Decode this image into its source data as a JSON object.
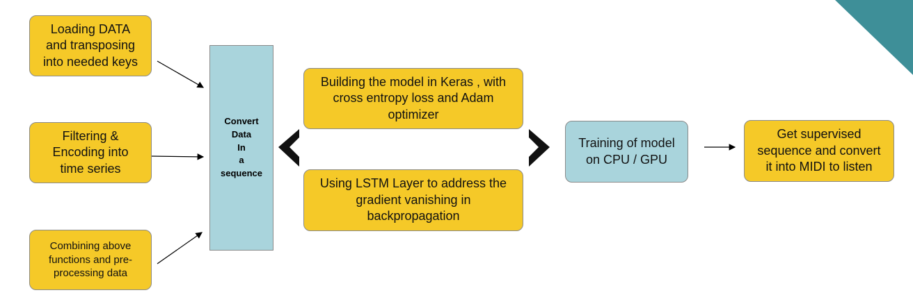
{
  "steps": {
    "loading": "Loading DATA\nand transposing\ninto needed keys",
    "filtering": "Filtering &\nEncoding into\ntime series",
    "combining": "Combining above\nfunctions and pre-\nprocessing data",
    "convert": "Convert\nData\nIn\na\nsequence",
    "building": "Building the model in Keras , with\ncross entropy loss and Adam\noptimizer",
    "lstm": "Using LSTM Layer to address the\ngradient vanishing in\nbackpropagation",
    "training": "Training of model\non CPU / GPU",
    "output": "Get supervised\nsequence and convert\nit into MIDI to listen"
  },
  "colors": {
    "yellow": "#f5c928",
    "blue": "#a9d4dc",
    "teal_corner": "#3e8f98"
  }
}
